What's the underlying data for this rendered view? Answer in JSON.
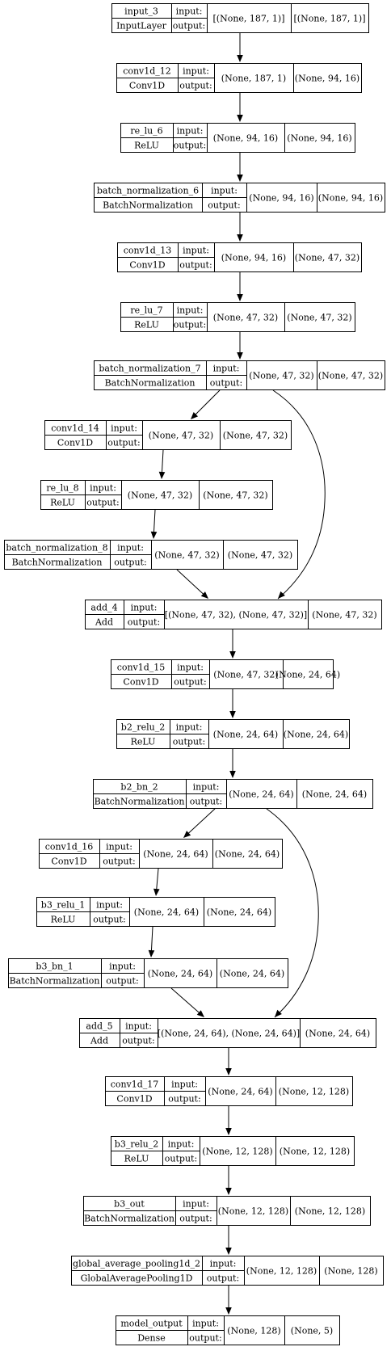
{
  "nodes": [
    {
      "name": "input_3",
      "type": "InputLayer",
      "in_label": "input:",
      "out_label": "output:",
      "input_shape": "[(None, 187, 1)]",
      "output_shape": "[(None, 187, 1)]"
    },
    {
      "name": "conv1d_12",
      "type": "Conv1D",
      "in_label": "input:",
      "out_label": "output:",
      "input_shape": "(None, 187, 1)",
      "output_shape": "(None, 94, 16)"
    },
    {
      "name": "re_lu_6",
      "type": "ReLU",
      "in_label": "input:",
      "out_label": "output:",
      "input_shape": "(None, 94, 16)",
      "output_shape": "(None, 94, 16)"
    },
    {
      "name": "batch_normalization_6",
      "type": "BatchNormalization",
      "in_label": "input:",
      "out_label": "output:",
      "input_shape": "(None, 94, 16)",
      "output_shape": "(None, 94, 16)"
    },
    {
      "name": "conv1d_13",
      "type": "Conv1D",
      "in_label": "input:",
      "out_label": "output:",
      "input_shape": "(None, 94, 16)",
      "output_shape": "(None, 47, 32)"
    },
    {
      "name": "re_lu_7",
      "type": "ReLU",
      "in_label": "input:",
      "out_label": "output:",
      "input_shape": "(None, 47, 32)",
      "output_shape": "(None, 47, 32)"
    },
    {
      "name": "batch_normalization_7",
      "type": "BatchNormalization",
      "in_label": "input:",
      "out_label": "output:",
      "input_shape": "(None, 47, 32)",
      "output_shape": "(None, 47, 32)"
    },
    {
      "name": "conv1d_14",
      "type": "Conv1D",
      "in_label": "input:",
      "out_label": "output:",
      "input_shape": "(None, 47, 32)",
      "output_shape": "(None, 47, 32)"
    },
    {
      "name": "re_lu_8",
      "type": "ReLU",
      "in_label": "input:",
      "out_label": "output:",
      "input_shape": "(None, 47, 32)",
      "output_shape": "(None, 47, 32)"
    },
    {
      "name": "batch_normalization_8",
      "type": "BatchNormalization",
      "in_label": "input:",
      "out_label": "output:",
      "input_shape": "(None, 47, 32)",
      "output_shape": "(None, 47, 32)"
    },
    {
      "name": "add_4",
      "type": "Add",
      "in_label": "input:",
      "out_label": "output:",
      "input_shape": "[(None, 47, 32), (None, 47, 32)]",
      "output_shape": "(None, 47, 32)"
    },
    {
      "name": "conv1d_15",
      "type": "Conv1D",
      "in_label": "input:",
      "out_label": "output:",
      "input_shape": "(None, 47, 32)",
      "output_shape": "(None, 24, 64)"
    },
    {
      "name": "b2_relu_2",
      "type": "ReLU",
      "in_label": "input:",
      "out_label": "output:",
      "input_shape": "(None, 24, 64)",
      "output_shape": "(None, 24, 64)"
    },
    {
      "name": "b2_bn_2",
      "type": "BatchNormalization",
      "in_label": "input:",
      "out_label": "output:",
      "input_shape": "(None, 24, 64)",
      "output_shape": "(None, 24, 64)"
    },
    {
      "name": "conv1d_16",
      "type": "Conv1D",
      "in_label": "input:",
      "out_label": "output:",
      "input_shape": "(None, 24, 64)",
      "output_shape": "(None, 24, 64)"
    },
    {
      "name": "b3_relu_1",
      "type": "ReLU",
      "in_label": "input:",
      "out_label": "output:",
      "input_shape": "(None, 24, 64)",
      "output_shape": "(None, 24, 64)"
    },
    {
      "name": "b3_bn_1",
      "type": "BatchNormalization",
      "in_label": "input:",
      "out_label": "output:",
      "input_shape": "(None, 24, 64)",
      "output_shape": "(None, 24, 64)"
    },
    {
      "name": "add_5",
      "type": "Add",
      "in_label": "input:",
      "out_label": "output:",
      "input_shape": "[(None, 24, 64), (None, 24, 64)]",
      "output_shape": "(None, 24, 64)"
    },
    {
      "name": "conv1d_17",
      "type": "Conv1D",
      "in_label": "input:",
      "out_label": "output:",
      "input_shape": "(None, 24, 64)",
      "output_shape": "(None, 12, 128)"
    },
    {
      "name": "b3_relu_2",
      "type": "ReLU",
      "in_label": "input:",
      "out_label": "output:",
      "input_shape": "(None, 12, 128)",
      "output_shape": "(None, 12, 128)"
    },
    {
      "name": "b3_out",
      "type": "BatchNormalization",
      "in_label": "input:",
      "out_label": "output:",
      "input_shape": "(None, 12, 128)",
      "output_shape": "(None, 12, 128)"
    },
    {
      "name": "global_average_pooling1d_2",
      "type": "GlobalAveragePooling1D",
      "in_label": "input:",
      "out_label": "output:",
      "input_shape": "(None, 12, 128)",
      "output_shape": "(None, 128)"
    },
    {
      "name": "model_output",
      "type": "Dense",
      "in_label": "input:",
      "out_label": "output:",
      "input_shape": "(None, 128)",
      "output_shape": "(None, 5)"
    }
  ],
  "edges": [
    [
      "input_3",
      "conv1d_12"
    ],
    [
      "conv1d_12",
      "re_lu_6"
    ],
    [
      "re_lu_6",
      "batch_normalization_6"
    ],
    [
      "batch_normalization_6",
      "conv1d_13"
    ],
    [
      "conv1d_13",
      "re_lu_7"
    ],
    [
      "re_lu_7",
      "batch_normalization_7"
    ],
    [
      "batch_normalization_7",
      "conv1d_14"
    ],
    [
      "batch_normalization_7",
      "add_4"
    ],
    [
      "conv1d_14",
      "re_lu_8"
    ],
    [
      "re_lu_8",
      "batch_normalization_8"
    ],
    [
      "batch_normalization_8",
      "add_4"
    ],
    [
      "add_4",
      "conv1d_15"
    ],
    [
      "conv1d_15",
      "b2_relu_2"
    ],
    [
      "b2_relu_2",
      "b2_bn_2"
    ],
    [
      "b2_bn_2",
      "conv1d_16"
    ],
    [
      "b2_bn_2",
      "add_5"
    ],
    [
      "conv1d_16",
      "b3_relu_1"
    ],
    [
      "b3_relu_1",
      "b3_bn_1"
    ],
    [
      "b3_bn_1",
      "add_5"
    ],
    [
      "add_5",
      "conv1d_17"
    ],
    [
      "conv1d_17",
      "b3_relu_2"
    ],
    [
      "b3_relu_2",
      "b3_out"
    ],
    [
      "b3_out",
      "global_average_pooling1d_2"
    ],
    [
      "global_average_pooling1d_2",
      "model_output"
    ]
  ]
}
